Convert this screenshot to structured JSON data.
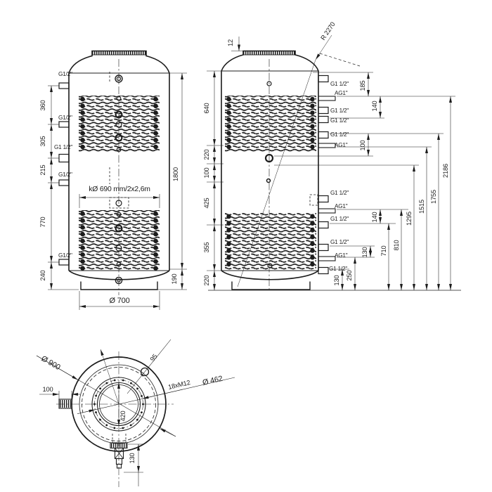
{
  "drawing": {
    "front_view": {
      "ports": [
        "G1/2\"",
        "G1/2\"",
        "G1 1/2\"",
        "G1/2\"",
        "G1/2\""
      ],
      "dims_left": [
        "360",
        "305",
        "215",
        "770",
        "240"
      ],
      "dim_height": "1800",
      "dim_base": "190",
      "dim_coil": "kØ 690 mm/2x2,6m",
      "dim_diameter": "Ø 700"
    },
    "side_view": {
      "dim_flange": "12",
      "dim_radius": "R 2270",
      "dims_left": [
        "640",
        "220",
        "100",
        "425",
        "355",
        "220"
      ],
      "ports_upper": [
        "G1 1/2\"",
        "AG1\"",
        "G1 1/2\"",
        "G1 1/2\"",
        "G1 1/2\"",
        "AG1\""
      ],
      "ports_lower": [
        "G1 1/2\"",
        "AG1\"",
        "G1 1/2\"",
        "G1 1/2\"",
        "AG1\"",
        "G1 1/2\""
      ],
      "dims_detail_upper": [
        "185",
        "140",
        "100"
      ],
      "dims_detail_lower": [
        "140",
        "130",
        "250",
        "130"
      ],
      "dims_height": [
        "710",
        "810",
        "1295",
        "1515",
        "1755",
        "2186"
      ]
    },
    "bottom_view": {
      "dim_outer": "Ø 900",
      "dim_sensor": "95",
      "dim_bolts": "18xM12",
      "dim_bolt_circle": "Ø 462",
      "dim_inner": "420",
      "dim_stub": "100",
      "dim_drain": "130"
    }
  }
}
